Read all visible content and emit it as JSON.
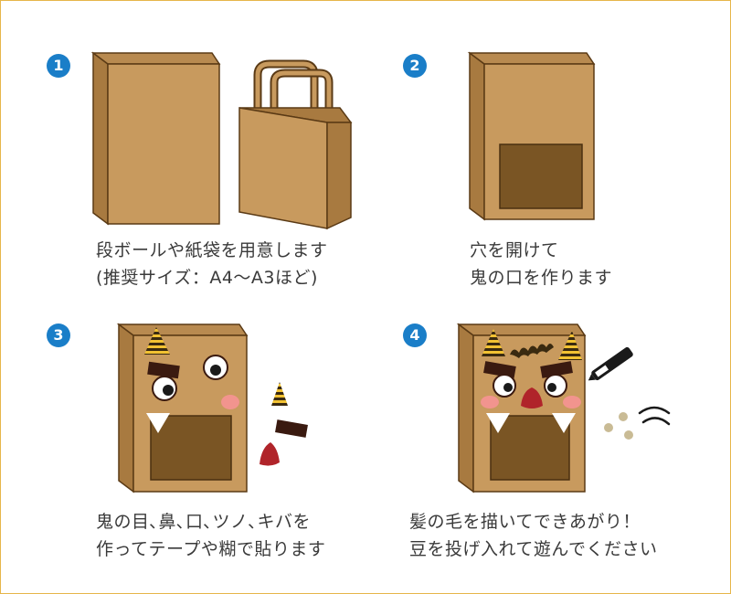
{
  "steps": [
    {
      "number": "1",
      "line1": "段ボールや紙袋を用意します",
      "line2": "(推奨サイズ：A4〜A3ほど)"
    },
    {
      "number": "2",
      "line1": "穴を開けて",
      "line2": "鬼の口を作ります"
    },
    {
      "number": "3",
      "line1": "鬼の目､鼻､口､ツノ､キバを",
      "line2": "作ってテープや糊で貼ります"
    },
    {
      "number": "4",
      "line1": "髪の毛を描いてできあがり！",
      "line2": "豆を投げ入れて遊んでください"
    }
  ],
  "colors": {
    "badge": "#1a7ec8",
    "cardboard": "#c89a5e",
    "cardboard_dark": "#7a5524",
    "horn": "#f2c232",
    "cheek": "#f2948e",
    "nose": "#b0242a",
    "border": "#e6b64a"
  },
  "icons": [
    "box-icon",
    "paper-bag-icon",
    "marker-icon",
    "beans-icon",
    "motion-lines-icon"
  ]
}
